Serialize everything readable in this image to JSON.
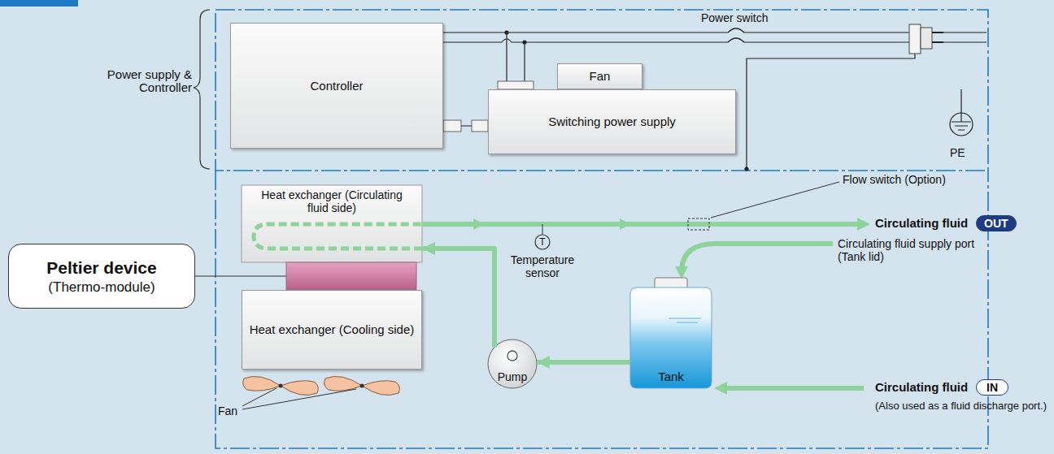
{
  "diagram": {
    "nodes": [
      {
        "text": [
          "Controller"
        ]
      },
      {
        "text": [
          "Fan"
        ]
      },
      {
        "text": [
          "Switching power supply"
        ]
      },
      {
        "text": [
          "Heat exchanger (Circulating fluid side)"
        ]
      },
      {
        "text": [
          "Peltier device",
          "(Thermo-module)"
        ]
      },
      {
        "text": [
          "Heat exchanger (Cooling side)"
        ]
      },
      {
        "text": [
          "Pump"
        ]
      },
      {
        "text": [
          "Tank"
        ]
      }
    ],
    "edges": [
      {
        "from": 7,
        "to": 6,
        "arrow": "to"
      },
      {
        "from": 6,
        "to": 3,
        "arrow": "to"
      }
    ],
    "labels": [
      "Power supply & Controller",
      "Power switch",
      "PE",
      "Flow switch (Option)",
      "Circulating fluid",
      "OUT",
      "T",
      "Temperature sensor",
      "Circulating fluid supply port (Tank lid)",
      "Fan",
      "Circulating fluid",
      "IN",
      "(Also used as a fluid discharge port.)"
    ]
  }
}
